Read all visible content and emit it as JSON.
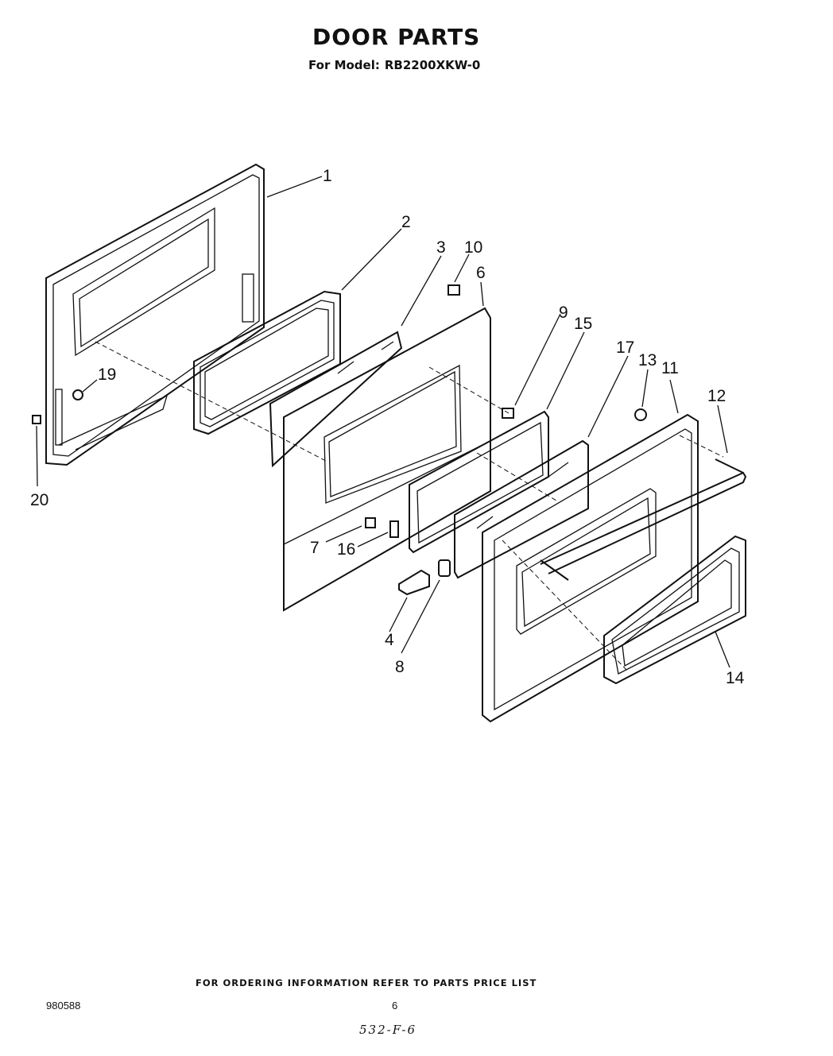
{
  "header": {
    "title": "DOOR PARTS",
    "model_prefix": "For Model:",
    "model_number": "RB2200XKW-0"
  },
  "callouts": [
    "1",
    "2",
    "3",
    "10",
    "6",
    "9",
    "15",
    "17",
    "13",
    "11",
    "12",
    "19",
    "20",
    "7",
    "16",
    "4",
    "8",
    "14"
  ],
  "footer": {
    "ordering_note": "FOR ORDERING INFORMATION REFER TO PARTS PRICE LIST",
    "doc_number": "980588",
    "page_number": "6",
    "handwritten_code": "532-F-6"
  }
}
